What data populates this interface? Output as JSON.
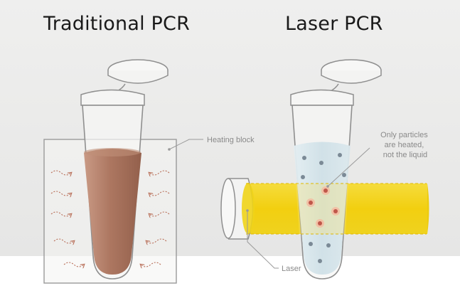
{
  "titles": {
    "traditional": "Traditional PCR",
    "laser": "Laser PCR"
  },
  "labels": {
    "heating_block": "Heating block",
    "laser": "Laser",
    "particles_line1": "Only particles",
    "particles_line2": "are heated,",
    "particles_line3": "not the liquid"
  },
  "colors": {
    "background_upper": "#ececeb",
    "background_lower": "#ffffff",
    "outline": "#8f8f8f",
    "heated_liquid": "#a9735e",
    "liquid_clear": "#d4e4ea",
    "laser_beam": "#f2d214",
    "heat_arrows": "#b9705a",
    "particle": "#7b8a96",
    "heated_particle": "#c0574a"
  }
}
